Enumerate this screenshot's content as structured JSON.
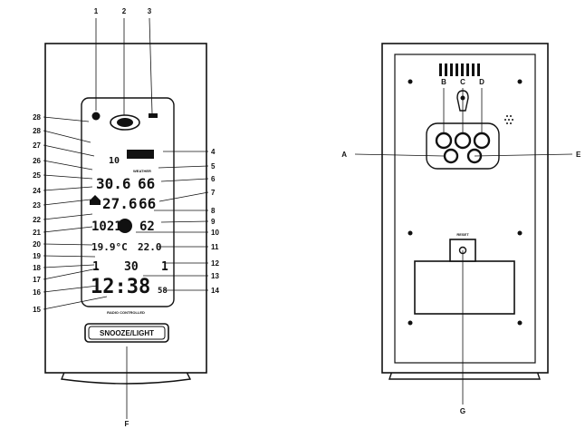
{
  "front_callouts": [
    {
      "id": "1",
      "label": "1"
    },
    {
      "id": "2",
      "label": "2"
    },
    {
      "id": "3",
      "label": "3"
    },
    {
      "id": "4",
      "label": "4"
    },
    {
      "id": "5",
      "label": "5"
    },
    {
      "id": "6",
      "label": "6"
    },
    {
      "id": "7",
      "label": "7"
    },
    {
      "id": "8",
      "label": "8"
    },
    {
      "id": "9",
      "label": "9"
    },
    {
      "id": "10",
      "label": "10"
    },
    {
      "id": "11",
      "label": "11"
    },
    {
      "id": "12",
      "label": "12"
    },
    {
      "id": "13",
      "label": "13"
    },
    {
      "id": "14",
      "label": "14"
    },
    {
      "id": "15",
      "label": "15"
    },
    {
      "id": "16",
      "label": "16"
    },
    {
      "id": "17",
      "label": "17"
    },
    {
      "id": "18",
      "label": "18"
    },
    {
      "id": "19",
      "label": "19"
    },
    {
      "id": "20",
      "label": "20"
    },
    {
      "id": "21",
      "label": "21"
    },
    {
      "id": "22",
      "label": "22"
    },
    {
      "id": "23",
      "label": "23"
    },
    {
      "id": "24",
      "label": "24"
    },
    {
      "id": "25",
      "label": "25"
    },
    {
      "id": "26",
      "label": "26"
    },
    {
      "id": "27",
      "label": "27"
    },
    {
      "id": "28a",
      "label": "28"
    },
    {
      "id": "28b",
      "label": "28"
    },
    {
      "id": "F",
      "label": "F"
    }
  ],
  "back_callouts": [
    {
      "id": "A",
      "label": "A"
    },
    {
      "id": "B",
      "label": "B"
    },
    {
      "id": "C",
      "label": "C"
    },
    {
      "id": "D",
      "label": "D"
    },
    {
      "id": "E",
      "label": "E"
    },
    {
      "id": "G",
      "label": "G"
    }
  ],
  "display": {
    "outdoor_temp": "30.6",
    "outdoor_hum": "66",
    "indoor_temp": "27.6",
    "indoor_hum": "66",
    "pressure_left": "1021",
    "pressure_right": "62",
    "dew_left": "19.9°C",
    "dew_right": "22.0",
    "day_left": "1",
    "day_mid": "30",
    "day_right": "1",
    "clock": "12:38",
    "seconds": "58",
    "small_top": "10"
  },
  "front_texts": {
    "controller": "RADIO CONTROLLED",
    "snooze_button": "SNOOZE/LIGHT"
  },
  "back_texts": {
    "reset": "RESET"
  }
}
